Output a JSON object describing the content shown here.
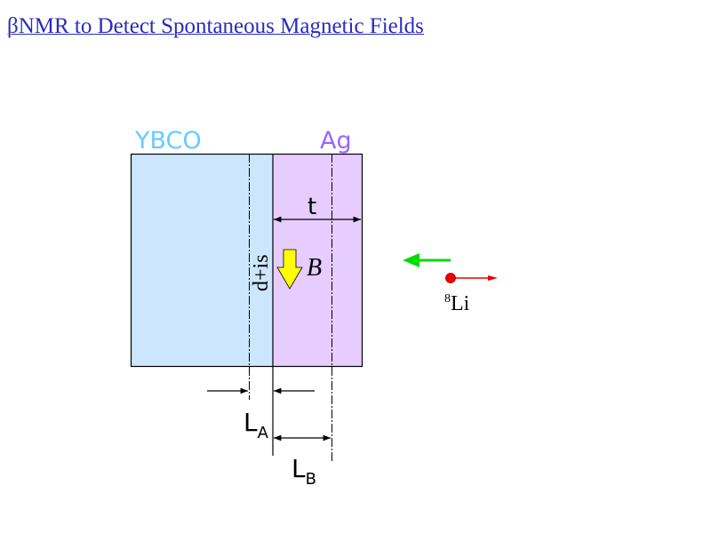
{
  "slide": {
    "title": "βNMR to Detect Spontaneous Magnetic Fields"
  },
  "diagram": {
    "regions": [
      {
        "label": "YBCO",
        "color": "#cce6ff",
        "label_color": "#66ccff"
      },
      {
        "label": "Ag",
        "color": "#e6ccff",
        "label_color": "#9966ff"
      }
    ],
    "labels": {
      "thickness": "t",
      "interface": "d+is",
      "field": "B",
      "probe_mass": "8",
      "probe_element": "Li",
      "length_a_main": "L",
      "length_a_sub": "A",
      "length_b_main": "L",
      "length_b_sub": "B"
    },
    "colors": {
      "field_arrow": "#ffff00",
      "beam_arrow": "#00dd00",
      "probe": "#ee0000",
      "lines": "#000000"
    }
  }
}
